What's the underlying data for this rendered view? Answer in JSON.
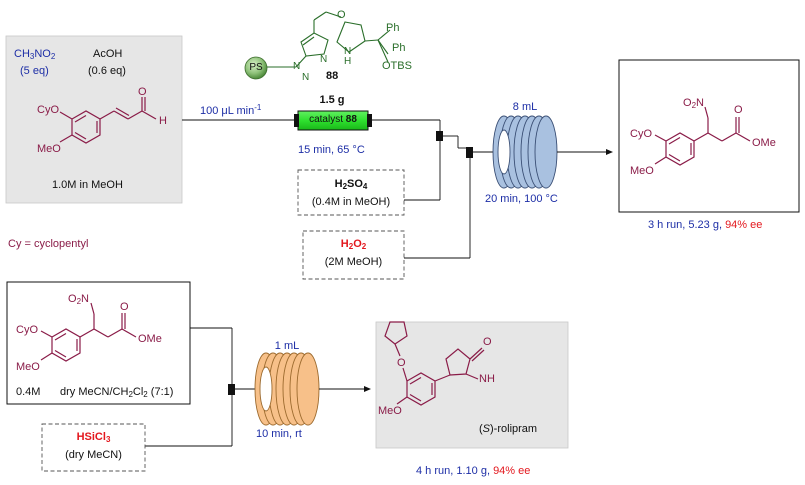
{
  "figure": {
    "step1": {
      "reactants": {
        "nitromethane": {
          "prefix": "CH",
          "sub1": "3",
          "middle": "NO",
          "sub2": "2"
        },
        "nitromethane_eq": "(5 eq)",
        "acid": "AcOH",
        "acid_eq": "(0.6 eq)",
        "aldehyde_labels": {
          "oxygen": "O",
          "h": "H",
          "cyo": "CyO",
          "meo": "MeO"
        },
        "concentration": "1.0M in MeOH"
      },
      "flow_rate": {
        "value": "100 μL min",
        "exp": "-1"
      },
      "cartridge": {
        "mass": "1.5 g",
        "label": "catalyst",
        "label_num": "88",
        "conditions": "15 min, 65 °C"
      },
      "catalyst_structure": {
        "ps": "PS",
        "n_labels": [
          "N",
          "N",
          "N"
        ],
        "o": "O",
        "nh_n": "N",
        "nh_h": "H",
        "ph1": "Ph",
        "ph2": "Ph",
        "otbs": "OTBS",
        "number": "88"
      },
      "acid_feed": {
        "formula": "H",
        "sub1": "2",
        "mid": "SO",
        "sub2": "4",
        "solvent": "(0.4M in MeOH)"
      },
      "peroxide_feed": {
        "formula": "H",
        "sub1": "2",
        "mid": "O",
        "sub2": "2",
        "solvent": "(2M MeOH)"
      },
      "coil": {
        "volume": "8 mL",
        "conditions": "20 min, 100 °C"
      },
      "product_labels": {
        "no2_prefix": "O",
        "no2_sub": "2",
        "no2_suffix": "N",
        "o": "O",
        "ome": "OMe",
        "cyo": "CyO",
        "meo": "MeO"
      },
      "result": {
        "part1": "3 h run, 5.23 g, ",
        "ee": "94% ee"
      }
    },
    "legend": "Cy = cyclopentyl",
    "step2": {
      "substrate_labels": {
        "no2_prefix": "O",
        "no2_sub": "2",
        "no2_suffix": "N",
        "o": "O",
        "ome": "OMe",
        "cyo": "CyO",
        "meo": "MeO"
      },
      "substrate_conc": "0.4M",
      "substrate_solvent": {
        "a": "dry MeCN/CH",
        "s1": "2",
        "b": "Cl",
        "s2": "2",
        "c": " (7:1)"
      },
      "reductant": {
        "name": "HSiCl",
        "sub": "3",
        "solvent": "(dry MeCN)"
      },
      "coil": {
        "volume": "1 mL",
        "conditions": "10 min, rt"
      },
      "product_labels": {
        "o_ketone": "O",
        "nh": "NH",
        "o_ether": "O",
        "meo": "MeO"
      },
      "product_name": {
        "stereo": "S",
        "name": ")-rolipram",
        "open": "("
      },
      "result": {
        "part1": "4 h run, 1.10 g, ",
        "ee": "94% ee"
      }
    },
    "colors": {
      "maroon": "#8a1c48",
      "blue": "#1d2ea6",
      "red": "#e3171d",
      "green_text": "#2a6e2a",
      "catalyst_fill": "#33e633",
      "coil_blue": "#a9c1e0",
      "coil_orange": "#f7c089",
      "panel_gray": "#e6e6e6"
    }
  }
}
